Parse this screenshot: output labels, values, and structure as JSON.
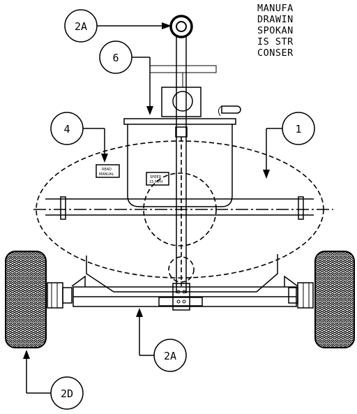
{
  "callouts": {
    "c2a_top": "2A",
    "c6": "6",
    "c4": "4",
    "c1": "1",
    "c2a_bottom": "2A",
    "c2d": "2D"
  },
  "note_lines": [
    "MANUFA",
    "DRAWIN",
    "SPOKAN",
    "IS STR",
    "CONSER"
  ],
  "colors": {
    "line": "#000000",
    "background": "#ffffff",
    "tire": "#000000"
  }
}
